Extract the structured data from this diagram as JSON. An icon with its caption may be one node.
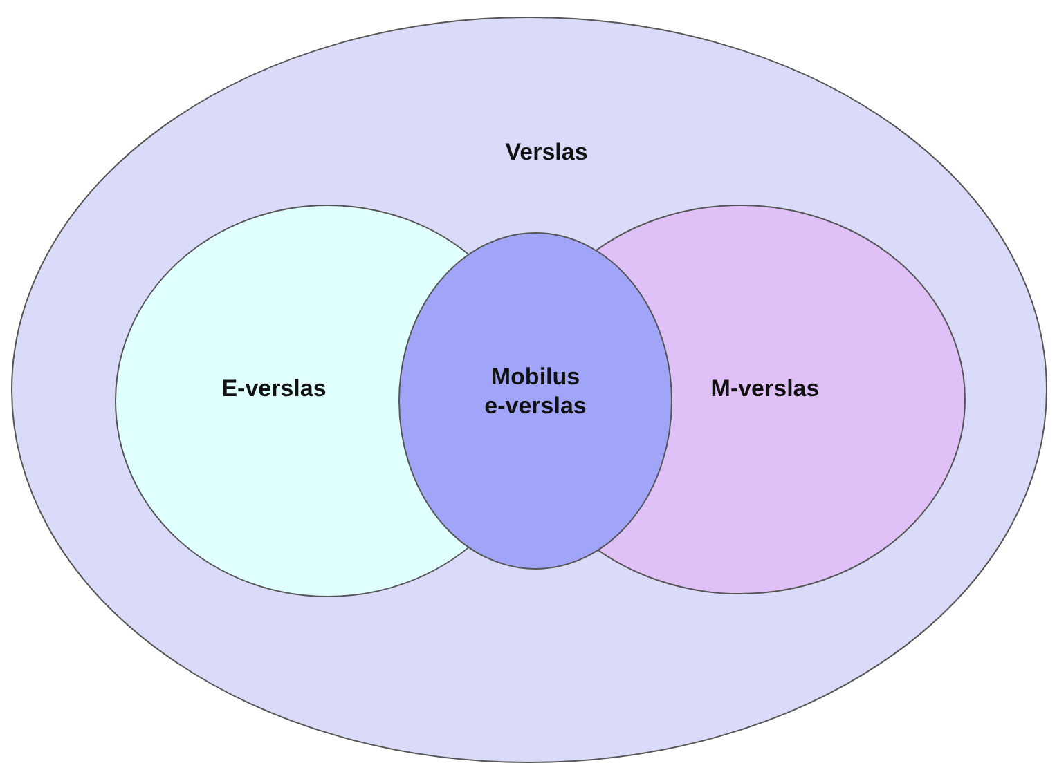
{
  "diagram": {
    "nodes": [
      {
        "text": [
          "Verslas"
        ]
      },
      {
        "text": [
          "E-verslas"
        ],
        "in": 0
      },
      {
        "text": [
          "M-verslas"
        ],
        "in": 0
      },
      {
        "text": [
          "Mobilus e-verslas"
        ],
        "in": 0
      }
    ]
  }
}
